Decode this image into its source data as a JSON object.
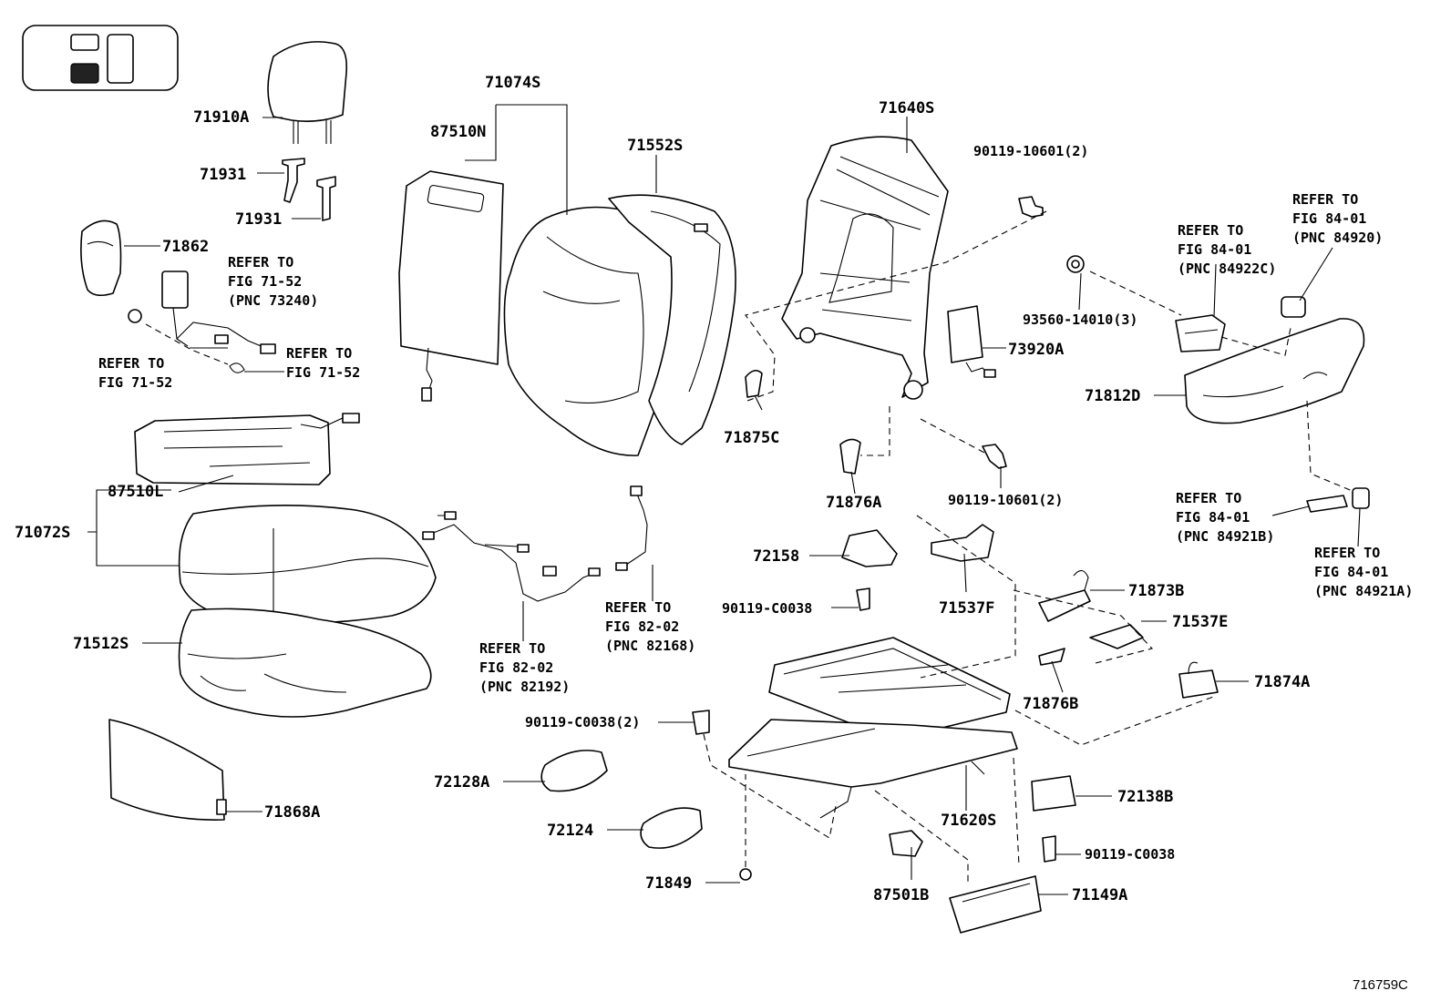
{
  "figure_code": "716759C",
  "labels": {
    "p71910A": "71910A",
    "p71931a": "71931",
    "p71931b": "71931",
    "p71862": "71862",
    "p71074S": "71074S",
    "p87510N": "87510N",
    "p71552S": "71552S",
    "p71640S": "71640S",
    "p90119_10601_top": "90119-10601(2)",
    "p93560_14010": "93560-14010(3)",
    "p73920A": "73920A",
    "p71812D": "71812D",
    "p71875C": "71875C",
    "p71876A": "71876A",
    "p90119_10601_mid": "90119-10601(2)",
    "p87510L": "87510L",
    "p71072S": "71072S",
    "p71512S": "71512S",
    "p71868A": "71868A",
    "p72158": "72158",
    "p90119_C0038_a": "90119-C0038",
    "p71537F": "71537F",
    "p71873B": "71873B",
    "p71537E": "71537E",
    "p71876B": "71876B",
    "p71874A": "71874A",
    "p90119_C0038_2": "90119-C0038(2)",
    "p72128A": "72128A",
    "p72124": "72124",
    "p71849": "71849",
    "p87501B": "87501B",
    "p71620S": "71620S",
    "p72138B": "72138B",
    "p90119_C0038_b": "90119-C0038",
    "p71149A": "71149A"
  },
  "refs": {
    "r1": [
      "REFER TO",
      "FIG 71-52",
      "(PNC 73240)"
    ],
    "r2": [
      "REFER TO",
      "FIG 71-52"
    ],
    "r3": [
      "REFER TO",
      "FIG 71-52"
    ],
    "r4": [
      "REFER TO",
      "FIG 82-02",
      "(PNC 82168)"
    ],
    "r5": [
      "REFER TO",
      "FIG 82-02",
      "(PNC 82192)"
    ],
    "r6": [
      "REFER TO",
      "FIG 84-01",
      "(PNC 84922C)"
    ],
    "r7": [
      "REFER TO",
      "FIG 84-01",
      "(PNC 84920)"
    ],
    "r8": [
      "REFER TO",
      "FIG 84-01",
      "(PNC 84921B)"
    ],
    "r9": [
      "REFER TO",
      "FIG 84-01",
      "(PNC 84921A)"
    ]
  }
}
